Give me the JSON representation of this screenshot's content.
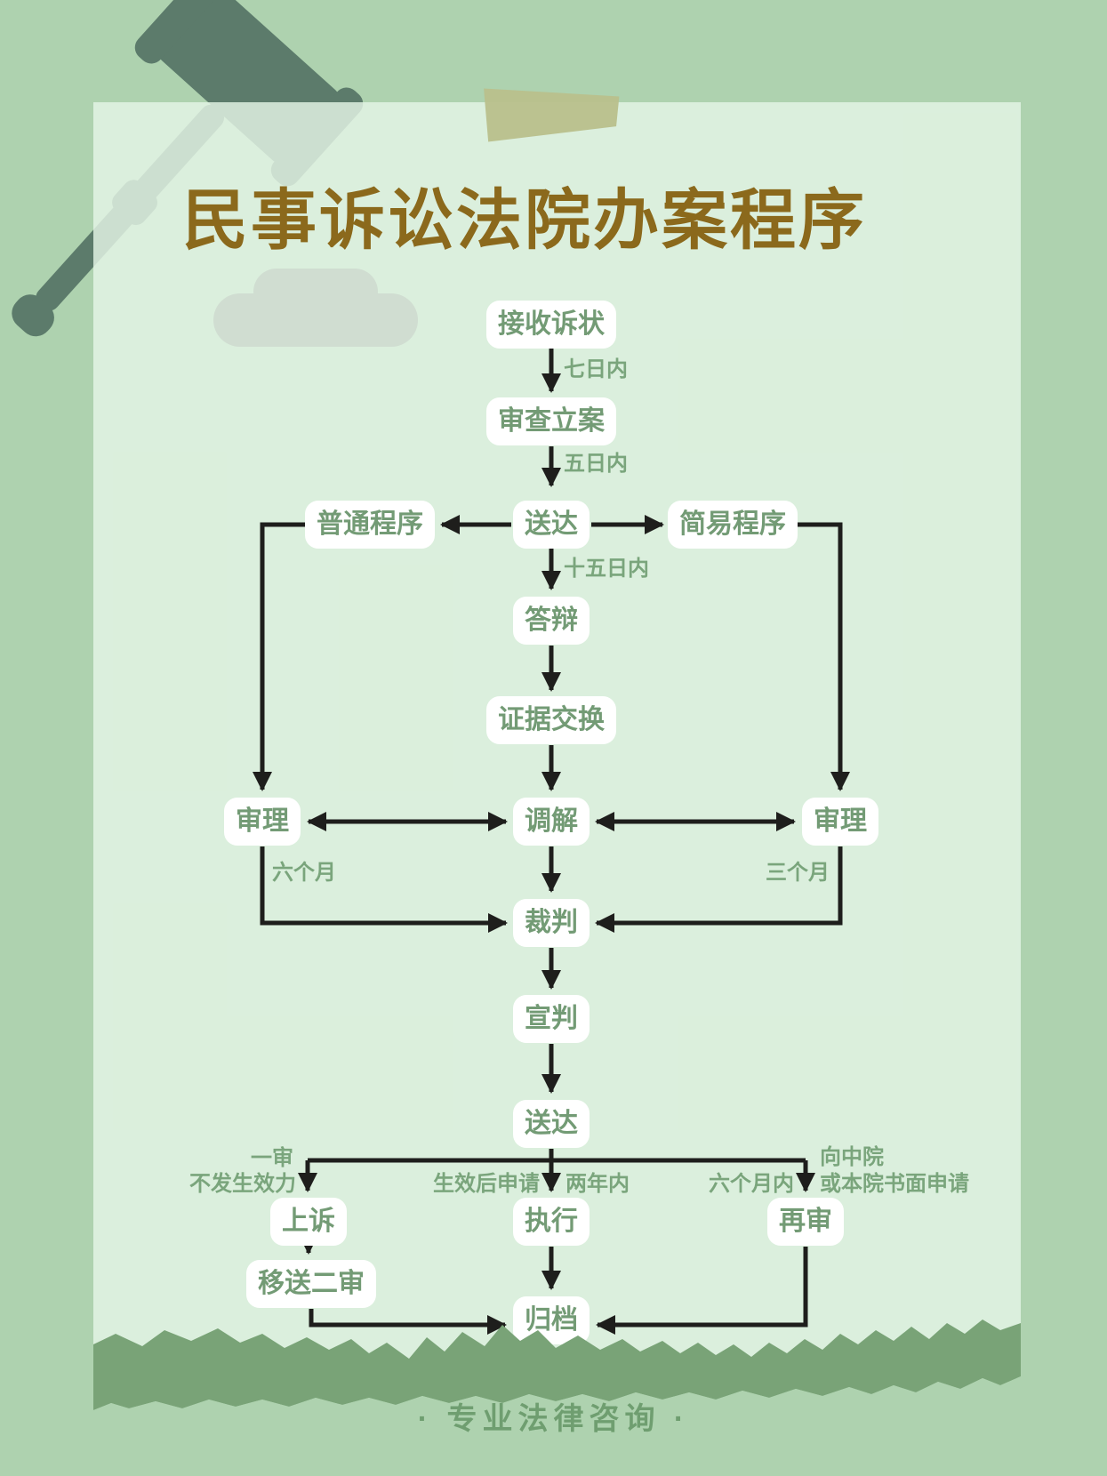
{
  "title": "民事诉讼法院办案程序",
  "footer": "· 专业法律咨询 ·",
  "colors": {
    "outer_background": "#aed2af",
    "paper": "#d9eeda",
    "node_box": "#ffffff",
    "node_text": "#739b75",
    "arrow": "#1e1e1c",
    "title_text": "#8b691c",
    "torn_edge": "#79a377",
    "tape": "#b9c08c",
    "gavel": "#5c7b6b",
    "footer_text": "#6f9e70"
  },
  "flowchart": {
    "nodes": [
      {
        "id": "receive-complaint",
        "label": "接收诉状"
      },
      {
        "id": "review-filing",
        "label": "审查立案"
      },
      {
        "id": "ordinary-procedure",
        "label": "普通程序"
      },
      {
        "id": "service-1",
        "label": "送达"
      },
      {
        "id": "summary-procedure",
        "label": "简易程序"
      },
      {
        "id": "defense-reply",
        "label": "答辩"
      },
      {
        "id": "evidence-exchange",
        "label": "证据交换"
      },
      {
        "id": "trial-left",
        "label": "审理"
      },
      {
        "id": "mediation",
        "label": "调解"
      },
      {
        "id": "trial-right",
        "label": "审理"
      },
      {
        "id": "judgment",
        "label": "裁判"
      },
      {
        "id": "pronouncement",
        "label": "宣判"
      },
      {
        "id": "service-2",
        "label": "送达"
      },
      {
        "id": "appeal",
        "label": "上诉"
      },
      {
        "id": "enforcement",
        "label": "执行"
      },
      {
        "id": "retrial",
        "label": "再审"
      },
      {
        "id": "transfer-second-instance",
        "label": "移送二审"
      },
      {
        "id": "archive",
        "label": "归档"
      }
    ],
    "edge_labels": [
      {
        "id": "seven-days",
        "text": "七日内"
      },
      {
        "id": "five-days",
        "text": "五日内"
      },
      {
        "id": "fifteen-days",
        "text": "十五日内"
      },
      {
        "id": "six-months",
        "text": "六个月"
      },
      {
        "id": "three-months",
        "text": "三个月"
      },
      {
        "id": "first-instance",
        "text": "一审"
      },
      {
        "id": "not-effective",
        "text": "不发生效力"
      },
      {
        "id": "apply-after-effective",
        "text": "生效后申请"
      },
      {
        "id": "within-two-years",
        "text": "两年内"
      },
      {
        "id": "within-six-months",
        "text": "六个月内"
      },
      {
        "id": "to-intermediate-court",
        "text": "向中院"
      },
      {
        "id": "or-written-application",
        "text": "或本院书面申请"
      }
    ]
  }
}
